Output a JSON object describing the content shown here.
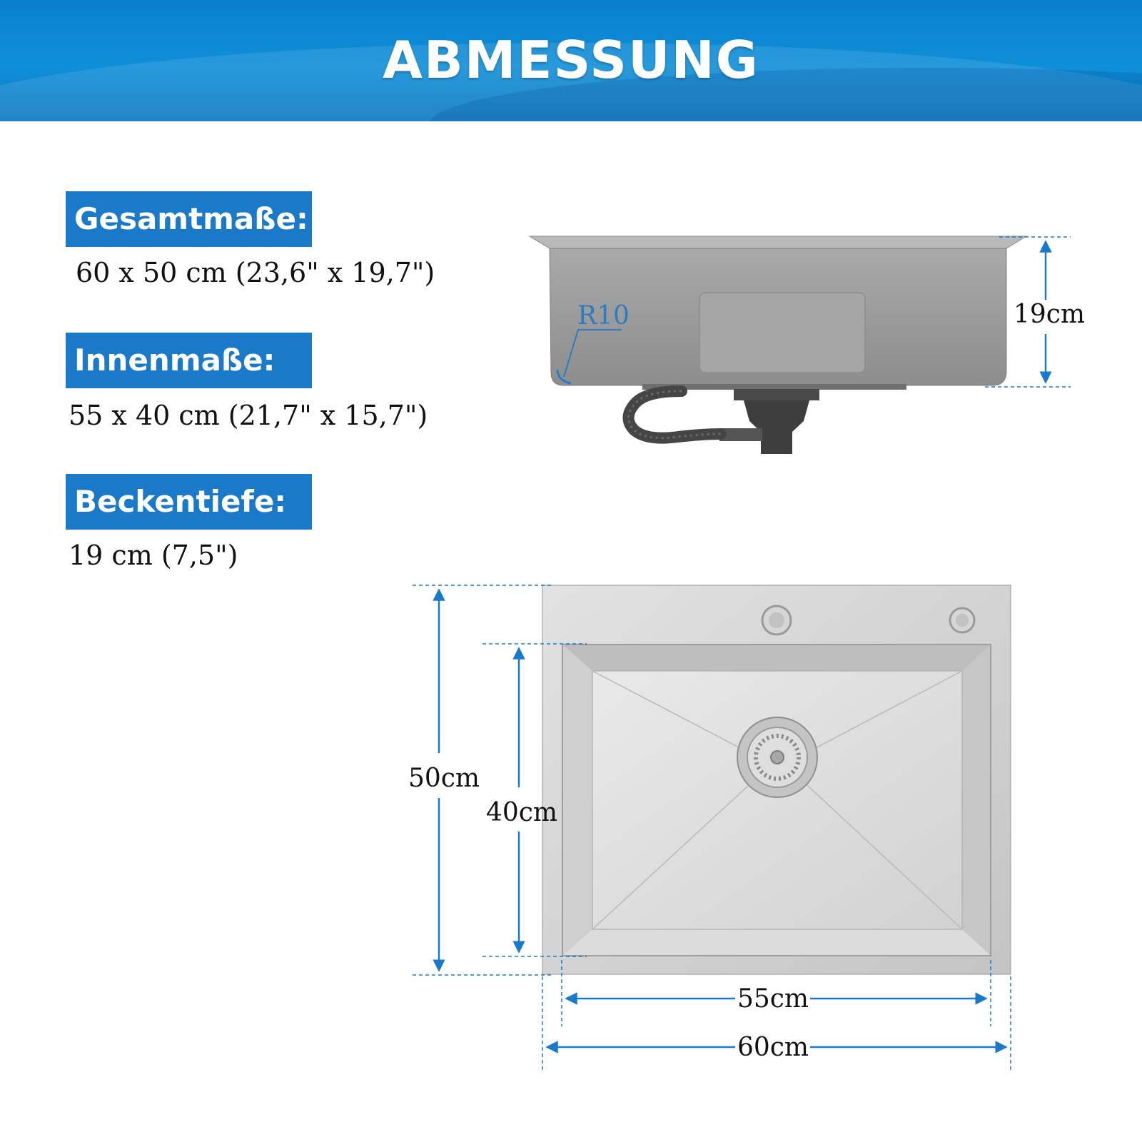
{
  "banner": {
    "title": "ABMESSUNG"
  },
  "specs": [
    {
      "label": "Gesamtmaße:",
      "value": "60 x 50 cm (23,6\" x 19,7\")"
    },
    {
      "label": "Innenmaße:",
      "value": "55 x 40 cm (21,7\" x 15,7\")"
    },
    {
      "label": "Beckentiefe:",
      "value": "19 cm (7,5\")"
    }
  ],
  "dimensions": {
    "depth": "19cm",
    "radius": "R10",
    "outer_height": "50cm",
    "inner_height": "40cm",
    "inner_width": "55cm",
    "outer_width": "60cm"
  },
  "colors": {
    "accent": "#1a79c9",
    "banner": "#0f8fd8",
    "steel": "#c9c9c9",
    "steel_dark": "#8a8a8a"
  }
}
